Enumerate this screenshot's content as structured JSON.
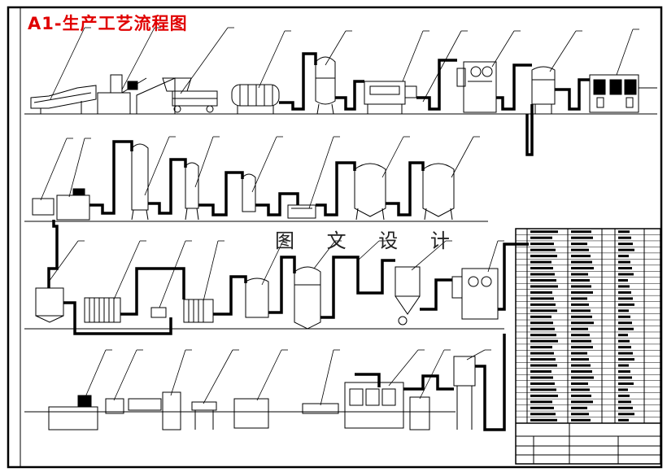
{
  "drawing": {
    "title": "A1-生产工艺流程图",
    "watermark": "图 文 设 计"
  },
  "rows": [
    {
      "name": "row-1",
      "equipment_count": 13
    },
    {
      "name": "row-2",
      "equipment_count": 9
    },
    {
      "name": "row-3",
      "equipment_count": 10
    },
    {
      "name": "row-4",
      "equipment_count": 10
    }
  ],
  "table": {
    "row_count": 32,
    "column_count": 6
  },
  "colors": {
    "line": "#000000",
    "title": "#e00000",
    "background": "#ffffff"
  }
}
